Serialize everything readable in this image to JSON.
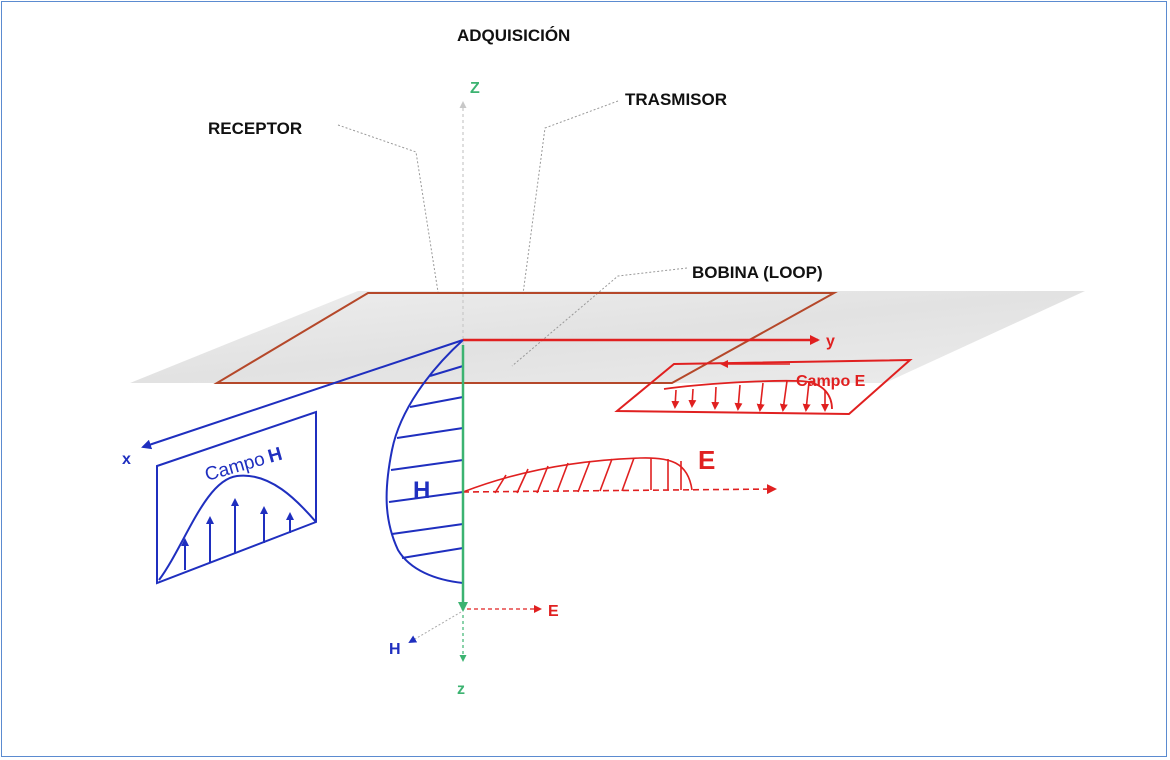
{
  "title": "ADQUISICIÓN",
  "labels": {
    "receptor": "RECEPTOR",
    "trasmisor": "TRASMISOR",
    "bobina": "BOBINA (LOOP)",
    "z_up": "Z",
    "z_down": "z",
    "y_axis": "y",
    "x_axis": "x",
    "campo_h_word": "Campo",
    "campo_h_letter": "H",
    "campo_e": "Campo E",
    "h_profile": "H",
    "e_profile": "E",
    "e_small": "E",
    "h_small": "H"
  },
  "colors": {
    "blue": "#1f2fbf",
    "red": "#e02020",
    "green": "#3cb371",
    "loop": "#b5482a",
    "plane": "#e3e3e3",
    "frame": "#5b8bd0"
  }
}
